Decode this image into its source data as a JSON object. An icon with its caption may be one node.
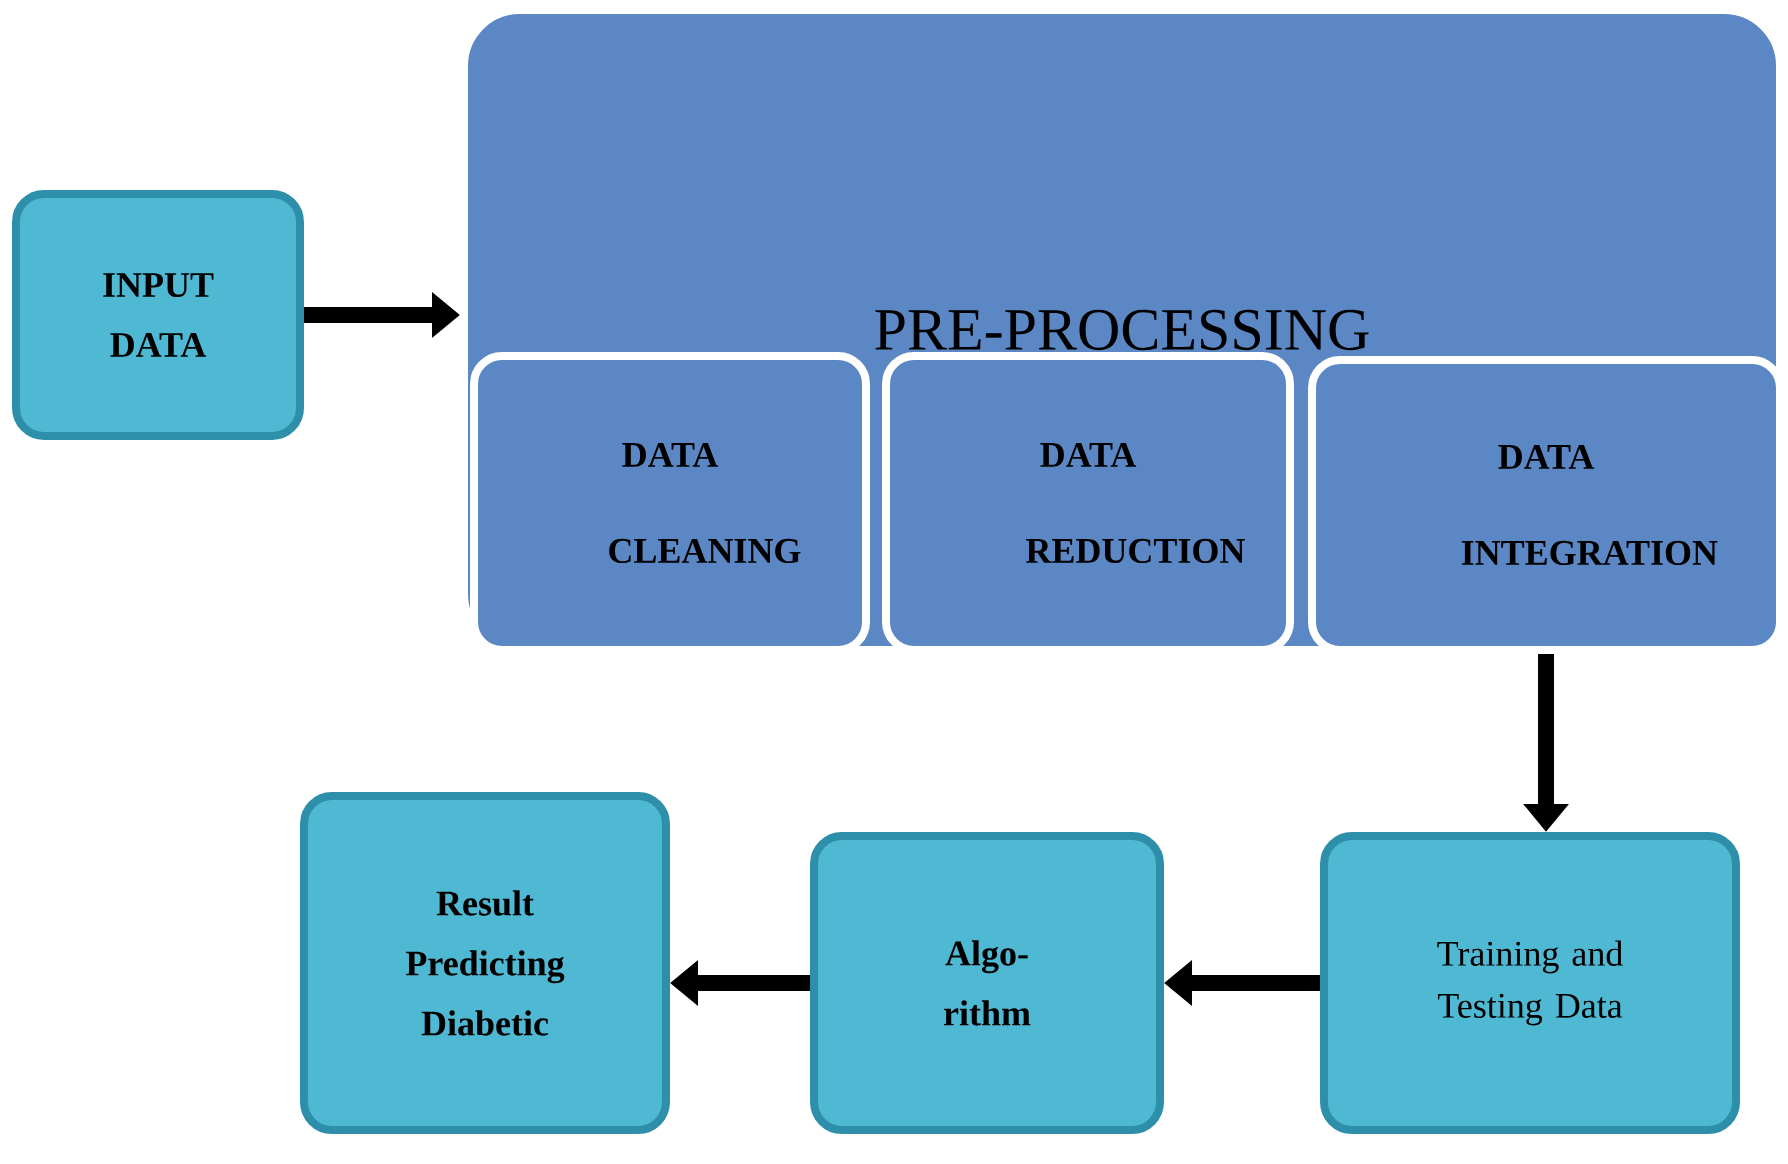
{
  "diagram": {
    "nodes": [
      {
        "text": [
          "INPUT DATA"
        ]
      },
      {
        "text": [
          "PRE-PROCESSING"
        ]
      },
      {
        "text": [
          "DATA CLEANING"
        ],
        "in": 1
      },
      {
        "text": [
          "DATA REDUCTION"
        ],
        "in": 1
      },
      {
        "text": [
          "DATA INTEGRATION"
        ],
        "in": 1
      },
      {
        "text": [
          "Training and Testing Data"
        ]
      },
      {
        "text": [
          "Algo- rithm"
        ]
      },
      {
        "text": [
          "Result Predicting Diabetic"
        ]
      }
    ],
    "edges": [
      {
        "from": 0,
        "to": 1,
        "arrow": "to"
      },
      {
        "from": 4,
        "to": 5,
        "arrow": "to"
      },
      {
        "from": 5,
        "to": 6,
        "arrow": "to"
      },
      {
        "from": 6,
        "to": 7,
        "arrow": "to"
      }
    ]
  }
}
